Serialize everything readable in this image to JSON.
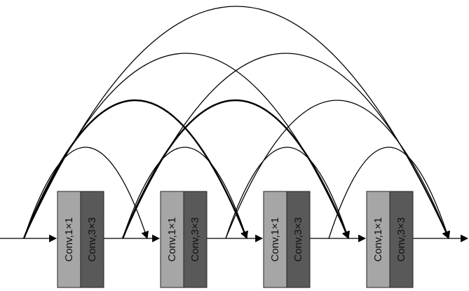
{
  "diagram": {
    "type": "densely-connected-block",
    "blocks": [
      {
        "conv1_label": "Conv,1×1",
        "conv3_label": "Conv,3×3"
      },
      {
        "conv1_label": "Conv,1×1",
        "conv3_label": "Conv,3×3"
      },
      {
        "conv1_label": "Conv,1×1",
        "conv3_label": "Conv,3×3"
      },
      {
        "conv1_label": "Conv,1×1",
        "conv3_label": "Conv,3×3"
      }
    ],
    "skip_connections": [
      {
        "from_node": 0,
        "to_node": 1
      },
      {
        "from_node": 0,
        "to_node": 2
      },
      {
        "from_node": 0,
        "to_node": 3
      },
      {
        "from_node": 0,
        "to_node": 4
      },
      {
        "from_node": 1,
        "to_node": 2
      },
      {
        "from_node": 1,
        "to_node": 3
      },
      {
        "from_node": 1,
        "to_node": 4
      },
      {
        "from_node": 2,
        "to_node": 3
      },
      {
        "from_node": 2,
        "to_node": 4
      },
      {
        "from_node": 3,
        "to_node": 4
      }
    ],
    "colors": {
      "conv1x1_fill": "#a6a6a6",
      "conv3x3_fill": "#595959",
      "block_border": "#222222",
      "line": "#000000",
      "text": "#111111",
      "background": "#ffffff"
    }
  }
}
